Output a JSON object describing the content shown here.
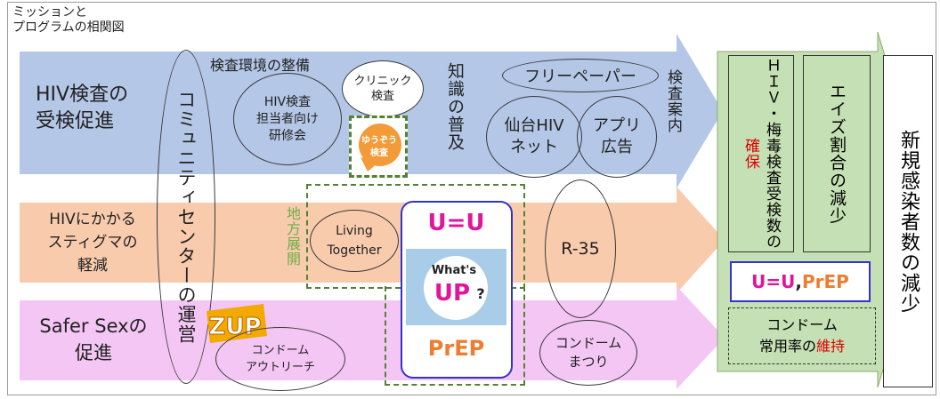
{
  "title_lines": [
    "ミッションと",
    "プログラムの相関図"
  ],
  "rows": [
    {
      "label_lines": [
        "HIV検査の",
        "受検促進"
      ]
    },
    {
      "label_lines": [
        "HIVにかかる",
        "スティグマの",
        "軽減"
      ]
    },
    {
      "label_lines": [
        "Safer Sexの",
        "促進"
      ]
    }
  ],
  "community_center": "コミュニティセンターの運営",
  "env_label": "検査環境の整備",
  "training": [
    "HIV検査",
    "担当者向け",
    "研修会"
  ],
  "clinic": [
    "クリニック",
    "検査"
  ],
  "yuuzou": [
    "ゆうぞう",
    "検査"
  ],
  "knowledge": "知識の普及",
  "freepaper": "フリーペーパー",
  "sendai": [
    "仙台HIV",
    "ネット"
  ],
  "app": [
    "アプリ",
    "広告"
  ],
  "kensa_annai": "検査案内",
  "chihou": "地方展開",
  "living": [
    "Living",
    "Together"
  ],
  "uu": "U=U",
  "whatsup": {
    "whats": "What's",
    "up": "UP",
    "q": "?"
  },
  "prep": "PrEP",
  "r35": "R-35",
  "zup": "ZUP",
  "condom_outreach": [
    "コンドーム",
    "アウトリーチ"
  ],
  "condom_matsuri": [
    "コンドーム",
    "まつり"
  ],
  "outcomes": {
    "hiv_test": {
      "pre": "ＨＩＶ・梅毒検査受検数の",
      "red": "確保"
    },
    "aids": "エイズ割合の減少",
    "uu_part": "U=U",
    "comma": ",",
    "prep_part": "PrEP",
    "condom_line1": "コンドーム",
    "condom_pre": "常用率の",
    "condom_red": "維持"
  },
  "final": "新規感染者数の減少",
  "colors": {
    "row1": "#b4c7e7",
    "row2": "#f8cbad",
    "row3": "#f4c6f4",
    "outcome": "#c5e0b4",
    "green_border": "#548235",
    "magenta": "#e0179c",
    "orange": "#ed7d31",
    "blue": "#3333cc",
    "red": "#e00000"
  }
}
